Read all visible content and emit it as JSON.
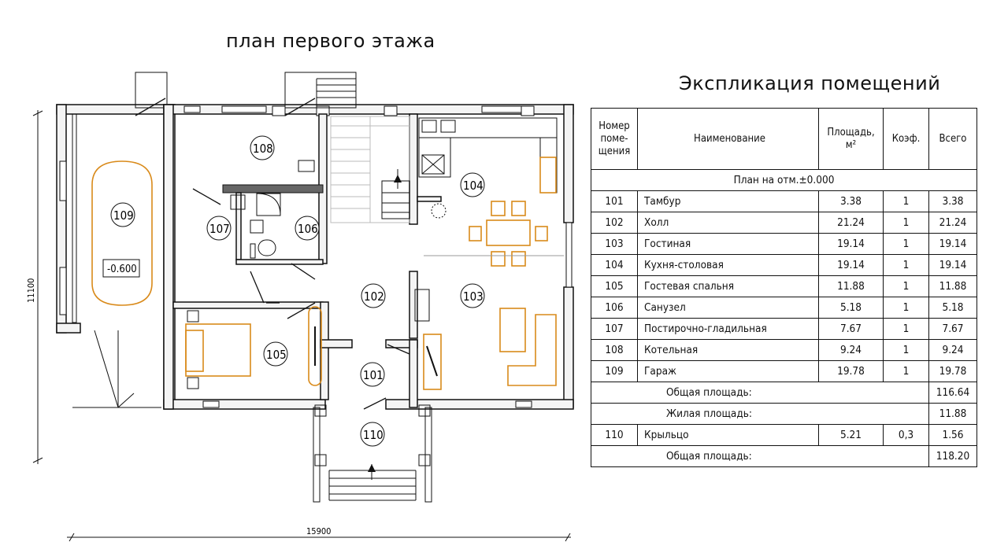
{
  "plan_title": "план первого этажа",
  "table_title": "Экспликация помещений",
  "dimensions": {
    "width": "15900",
    "height": "11100"
  },
  "rooms": {
    "r101": "101",
    "r102": "102",
    "r103": "103",
    "r104": "104",
    "r105": "105",
    "r106": "106",
    "r107": "107",
    "r108": "108",
    "r109": "109",
    "r110": "110"
  },
  "garage_level": "-0.600",
  "table": {
    "headers": {
      "number": "Номер поме- щения",
      "name": "Наименование",
      "area": "Площадь, м²",
      "coef": "Коэф.",
      "total": "Всего"
    },
    "section_label": "План на отм.±0.000",
    "rows": [
      {
        "num": "101",
        "name": "Тамбур",
        "area": "3.38",
        "coef": "1",
        "total": "3.38"
      },
      {
        "num": "102",
        "name": "Холл",
        "area": "21.24",
        "coef": "1",
        "total": "21.24"
      },
      {
        "num": "103",
        "name": "Гостиная",
        "area": "19.14",
        "coef": "1",
        "total": "19.14"
      },
      {
        "num": "104",
        "name": "Кухня-столовая",
        "area": "19.14",
        "coef": "1",
        "total": "19.14"
      },
      {
        "num": "105",
        "name": "Гостевая спальня",
        "area": "11.88",
        "coef": "1",
        "total": "11.88"
      },
      {
        "num": "106",
        "name": "Санузел",
        "area": "5.18",
        "coef": "1",
        "total": "5.18"
      },
      {
        "num": "107",
        "name": "Постирочно-гладильная",
        "area": "7.67",
        "coef": "1",
        "total": "7.67"
      },
      {
        "num": "108",
        "name": "Котельная",
        "area": "9.24",
        "coef": "1",
        "total": "9.24"
      },
      {
        "num": "109",
        "name": "Гараж",
        "area": "19.78",
        "coef": "1",
        "total": "19.78"
      }
    ],
    "total_area_label": "Общая площадь:",
    "total_area_value": "116.64",
    "living_area_label": "Жилая площадь:",
    "living_area_value": "11.88",
    "porch": {
      "num": "110",
      "name": "Крыльцо",
      "area": "5.21",
      "coef": "0,3",
      "total": "1.56"
    },
    "grand_total_label": "Общая площадь:",
    "grand_total_value": "118.20"
  }
}
